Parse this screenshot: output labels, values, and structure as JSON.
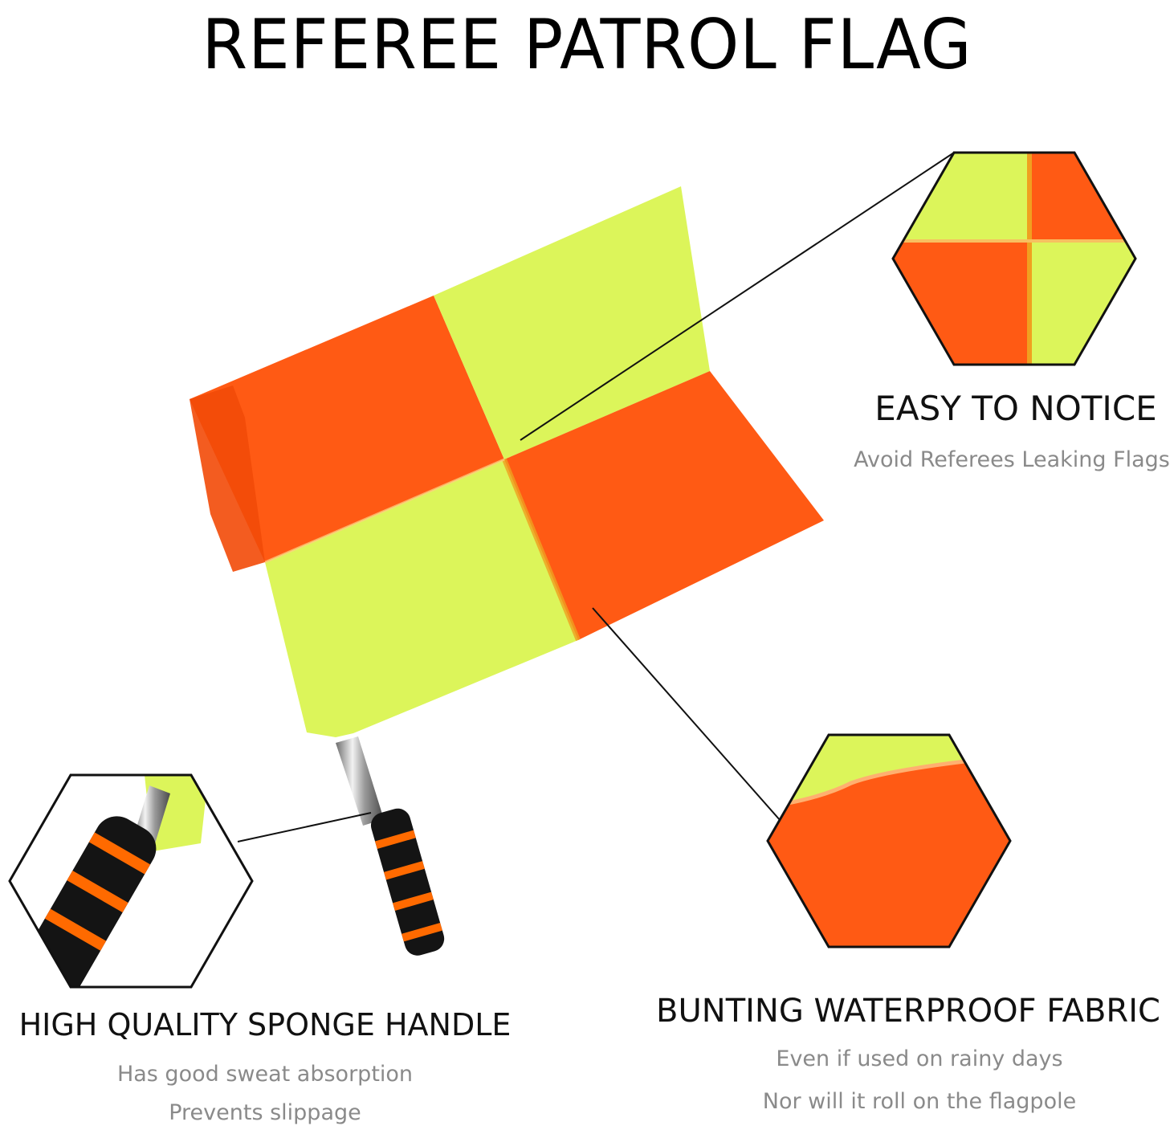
{
  "title": "REFEREE PATROL FLAG",
  "colors": {
    "orange": "#ff5a14",
    "lime": "#dcf55a",
    "text": "#111111",
    "subtext": "#8a8a8a",
    "outline": "#111111"
  },
  "callouts": {
    "notice": {
      "heading": "EASY TO NOTICE",
      "lines": [
        "Avoid Referees Leaking Flags"
      ]
    },
    "handle": {
      "heading": "HIGH QUALITY SPONGE HANDLE",
      "lines": [
        "Has good sweat absorption",
        "Prevents slippage"
      ]
    },
    "fabric": {
      "heading": "BUNTING WATERPROOF FABRIC",
      "lines": [
        "Even if used on rainy days",
        "Nor will it roll on the flagpole"
      ]
    }
  }
}
